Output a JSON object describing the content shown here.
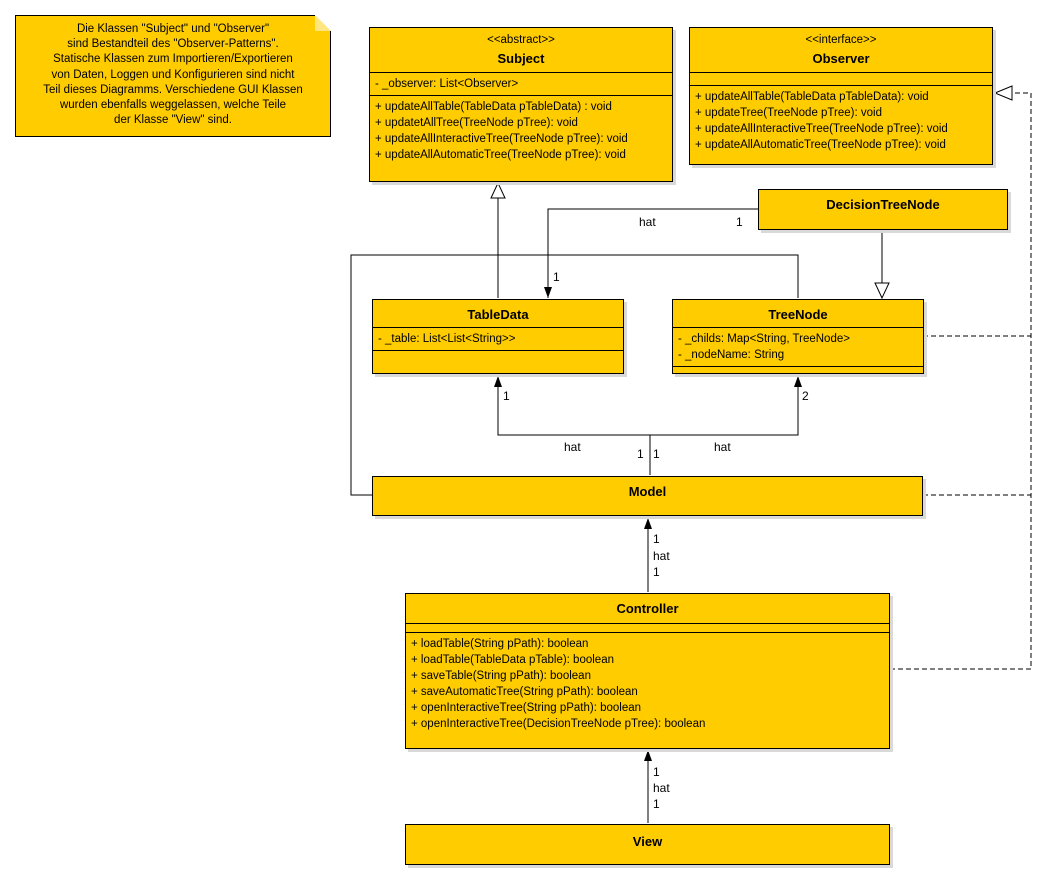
{
  "note": {
    "lines": [
      "Die Klassen \"Subject\" und \"Observer\"",
      "sind Bestandteil des \"Observer-Patterns\".",
      "Statische Klassen zum Importieren/Exportieren",
      "von Daten, Loggen und Konfigurieren sind nicht",
      "Teil dieses Diagramms. Verschiedene GUI Klassen",
      "wurden ebenfalls weggelassen, welche Teile",
      "der Klasse \"View\" sind."
    ]
  },
  "classes": {
    "subject": {
      "stereotype": "<<abstract>>",
      "name": "Subject",
      "attributes": [
        "- _observer: List<Observer>"
      ],
      "methods": [
        "+ updateAllTable(TableData pTableData) : void",
        "+ updatetAllTree(TreeNode pTree): void",
        "+ updateAllInteractiveTree(TreeNode pTree): void",
        "+ updateAllAutomaticTree(TreeNode pTree): void"
      ]
    },
    "observer": {
      "stereotype": "<<interface>>",
      "name": "Observer",
      "methods": [
        "+ updateAllTable(TableData pTableData): void",
        "+ updateTree(TreeNode pTree): void",
        "+ updateAllInteractiveTree(TreeNode pTree): void",
        "+ updateAllAutomaticTree(TreeNode pTree): void"
      ]
    },
    "decision_tree_node": {
      "name": "DecisionTreeNode"
    },
    "table_data": {
      "name": "TableData",
      "attributes": [
        "- _table: List<List<String>>"
      ]
    },
    "tree_node": {
      "name": "TreeNode",
      "attributes": [
        "- _childs: Map<String, TreeNode>",
        "- _nodeName: String"
      ]
    },
    "model": {
      "name": "Model"
    },
    "controller": {
      "name": "Controller",
      "methods": [
        "+ loadTable(String pPath): boolean",
        "+ loadTable(TableData pTable): boolean",
        "+ saveTable(String pPath): boolean",
        "+ saveAutomaticTree(String pPath): boolean",
        "+ openInteractiveTree(String pPath): boolean",
        "+ openInteractiveTree(DecisionTreeNode pTree): boolean"
      ]
    },
    "view": {
      "name": "View"
    }
  },
  "labels": {
    "dtn_hat": "hat",
    "dtn_mult_src": "1",
    "dtn_mult_dst": "1",
    "model_table_hat": "hat",
    "model_table_mult_dst": "1",
    "model_table_mult_src": "1",
    "model_tree_hat": "hat",
    "model_tree_mult_dst": "2",
    "model_tree_mult_src": "1",
    "ctrl_model_mult_dst": "1",
    "ctrl_model_hat": "hat",
    "ctrl_model_mult_src": "1",
    "view_ctrl_mult_dst": "1",
    "view_ctrl_hat": "hat",
    "view_ctrl_mult_src": "1"
  }
}
